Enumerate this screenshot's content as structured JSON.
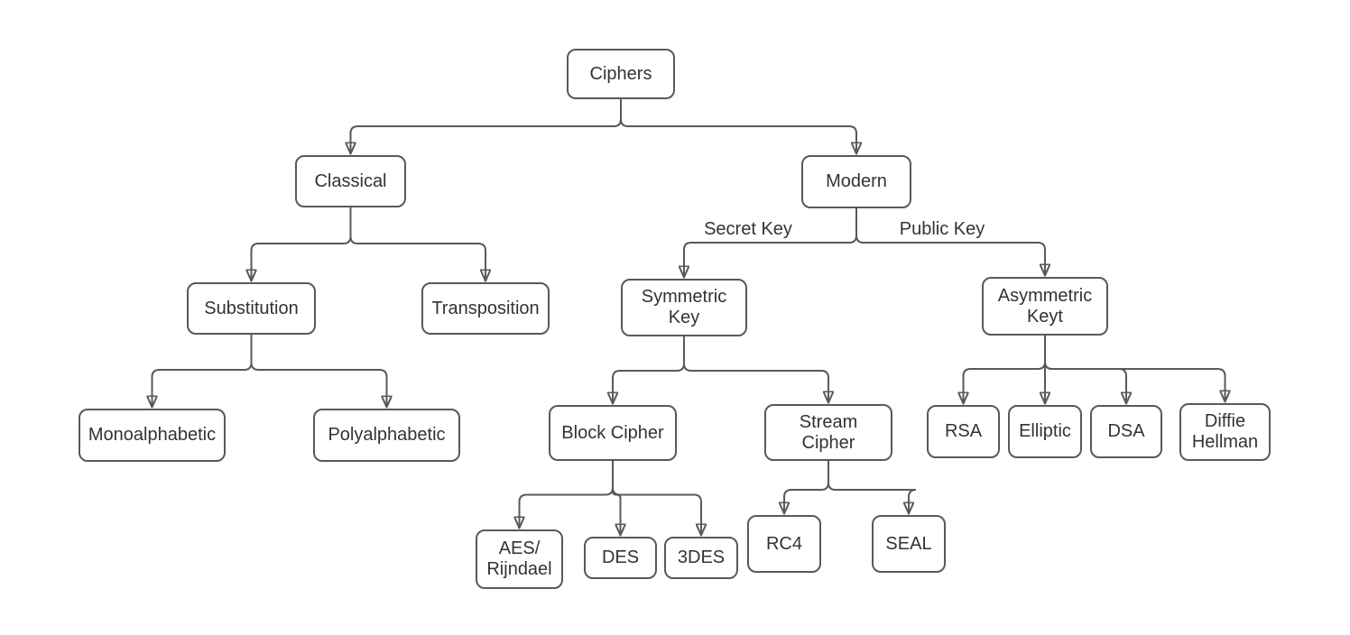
{
  "diagram_title": "Ciphers classification tree",
  "colors": {
    "line": "#595959",
    "text": "#333333",
    "background": "#ffffff"
  },
  "nodes": {
    "ciphers": {
      "label": "Ciphers"
    },
    "classical": {
      "label": "Classical"
    },
    "modern": {
      "label": "Modern"
    },
    "substitution": {
      "label": "Substitution"
    },
    "transposition": {
      "label": "Transposition"
    },
    "symmetric_key": {
      "label": "Symmetric\nKey"
    },
    "asymmetric_key": {
      "label": "Asymmetric\nKeyt"
    },
    "monoalphabetic": {
      "label": "Monoalphabetic"
    },
    "polyalphabetic": {
      "label": "Polyalphabetic"
    },
    "block_cipher": {
      "label": "Block Cipher"
    },
    "stream_cipher": {
      "label": "Stream\nCipher"
    },
    "aes_rijndael": {
      "label": "AES/\nRijndael"
    },
    "des": {
      "label": "DES"
    },
    "triple_des": {
      "label": "3DES"
    },
    "rc4": {
      "label": "RC4"
    },
    "seal": {
      "label": "SEAL"
    },
    "rsa": {
      "label": "RSA"
    },
    "elliptic": {
      "label": "Elliptic"
    },
    "dsa": {
      "label": "DSA"
    },
    "diffie_hellman": {
      "label": "Diffie\nHellman"
    }
  },
  "edge_labels": {
    "secret_key": "Secret Key",
    "public_key": "Public Key"
  },
  "edges": [
    {
      "from": "ciphers",
      "to": "classical"
    },
    {
      "from": "ciphers",
      "to": "modern"
    },
    {
      "from": "classical",
      "to": "substitution"
    },
    {
      "from": "classical",
      "to": "transposition"
    },
    {
      "from": "modern",
      "to": "symmetric_key",
      "label": "Secret Key"
    },
    {
      "from": "modern",
      "to": "asymmetric_key",
      "label": "Public Key"
    },
    {
      "from": "substitution",
      "to": "monoalphabetic"
    },
    {
      "from": "substitution",
      "to": "polyalphabetic"
    },
    {
      "from": "symmetric_key",
      "to": "block_cipher"
    },
    {
      "from": "symmetric_key",
      "to": "stream_cipher"
    },
    {
      "from": "block_cipher",
      "to": "aes_rijndael"
    },
    {
      "from": "block_cipher",
      "to": "des"
    },
    {
      "from": "block_cipher",
      "to": "triple_des"
    },
    {
      "from": "stream_cipher",
      "to": "rc4"
    },
    {
      "from": "stream_cipher",
      "to": "seal"
    },
    {
      "from": "asymmetric_key",
      "to": "rsa"
    },
    {
      "from": "asymmetric_key",
      "to": "elliptic"
    },
    {
      "from": "asymmetric_key",
      "to": "dsa"
    },
    {
      "from": "asymmetric_key",
      "to": "diffie_hellman"
    }
  ]
}
